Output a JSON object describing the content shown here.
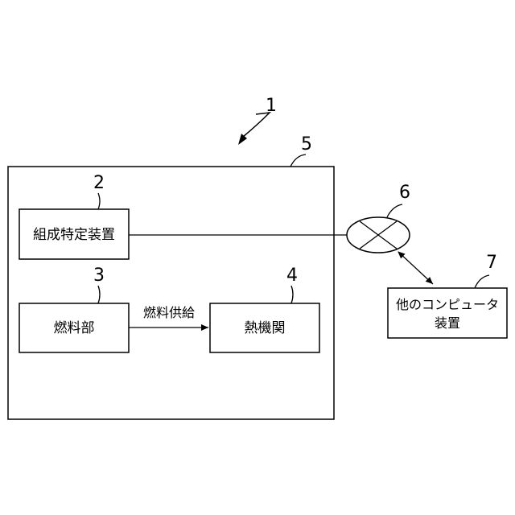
{
  "refs": {
    "system": "1",
    "composition_device": "2",
    "fuel_unit": "3",
    "heat_engine": "4",
    "housing": "5",
    "network": "6",
    "other_computer": "7"
  },
  "blocks": {
    "composition_device": "組成特定装置",
    "fuel_unit": "燃料部",
    "heat_engine": "熱機関",
    "other_computer_line1": "他のコンピュータ",
    "other_computer_line2": "装置"
  },
  "arrows": {
    "fuel_supply": "燃料供給"
  }
}
